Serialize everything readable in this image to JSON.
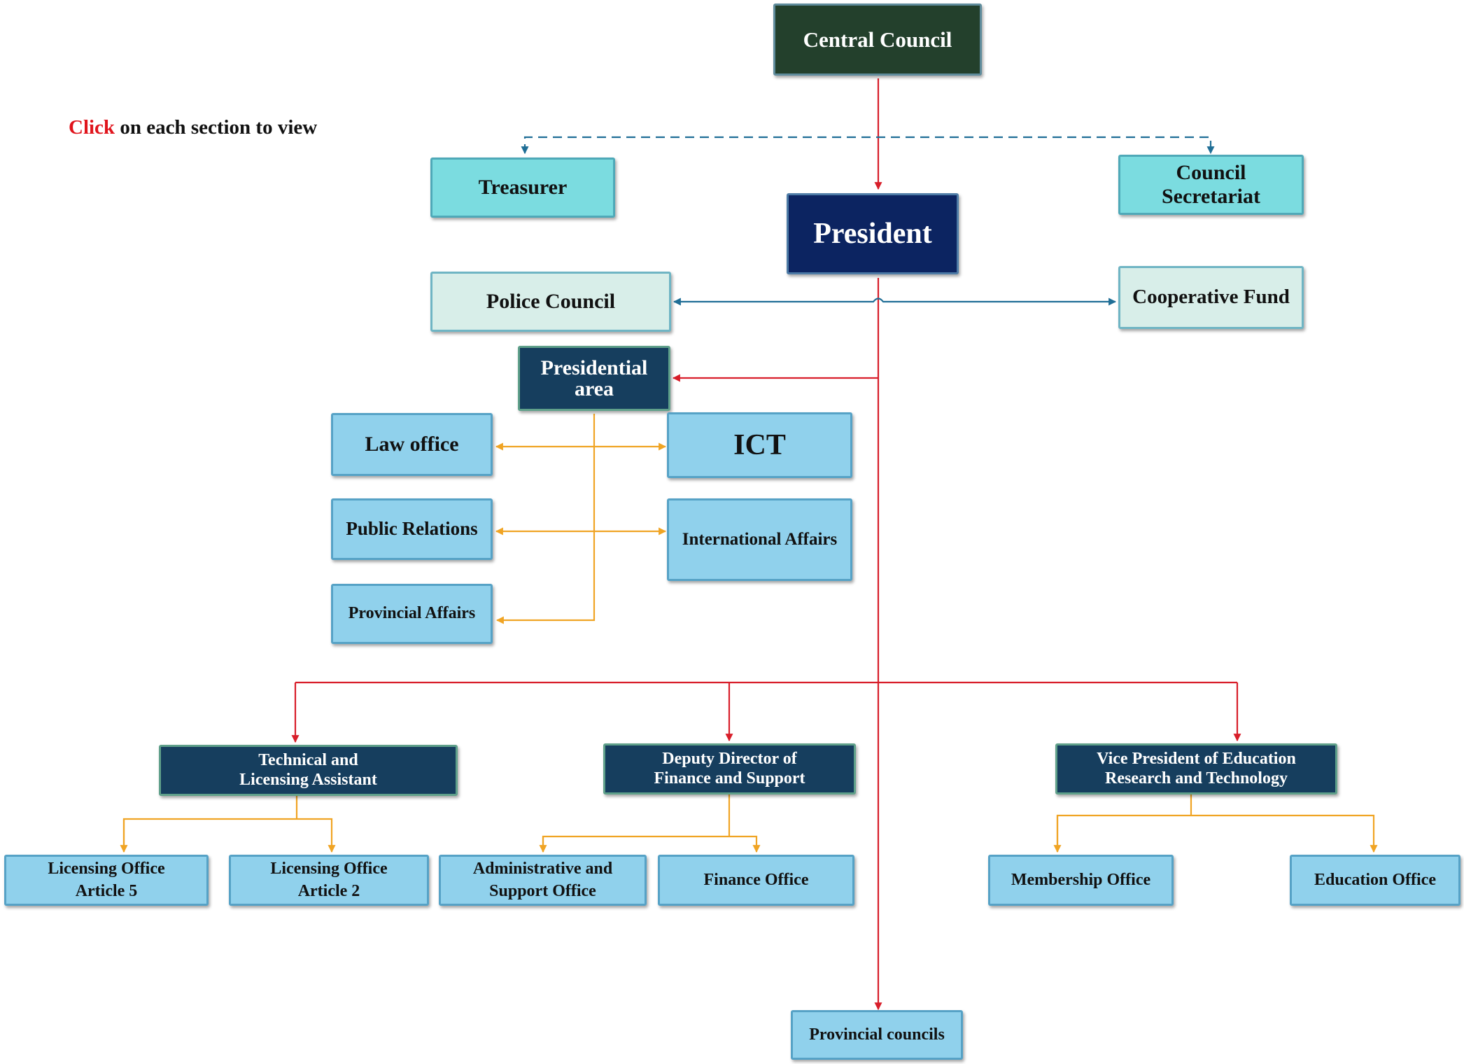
{
  "instruction": {
    "click_word": "Click",
    "rest": " on each section to view"
  },
  "nodes": {
    "central_council": [
      "Central Council"
    ],
    "treasurer": [
      "Treasurer"
    ],
    "council_secretariat": [
      "Council",
      "Secretariat"
    ],
    "president": [
      "President"
    ],
    "police_council": [
      "Police Council"
    ],
    "cooperative_fund": [
      "Cooperative Fund"
    ],
    "presidential_area": [
      "Presidential",
      "area"
    ],
    "law_office": [
      "Law office"
    ],
    "ict": [
      "ICT"
    ],
    "public_relations": [
      "Public Relations"
    ],
    "international_affairs": [
      "International Affairs"
    ],
    "provincial_affairs": [
      "Provincial Affairs"
    ],
    "technical_licensing_assistant": [
      "Technical and",
      "Licensing Assistant"
    ],
    "deputy_director_finance": [
      "Deputy Director of",
      "Finance and Support"
    ],
    "vice_president_education": [
      "Vice President of Education",
      "Research and Technology"
    ],
    "licensing_office_article_5": [
      "Licensing Office",
      "Article 5"
    ],
    "licensing_office_article_2": [
      "Licensing Office",
      "Article 2"
    ],
    "administrative_support_office": [
      "Administrative and",
      "Support Office"
    ],
    "finance_office": [
      "Finance Office"
    ],
    "membership_office": [
      "Membership Office"
    ],
    "education_office": [
      "Education Office"
    ],
    "provincial_councils": [
      "Provincial councils"
    ]
  },
  "colors": {
    "hierarchy_line": "#d81e2a",
    "staff_line": "#1f6e96",
    "sub_line": "#f0a424",
    "click_word": "#e0141c",
    "dark_green_box": "#23402c",
    "navy_box": "#0c2461",
    "dark_blue_box": "#163e5e",
    "cyan_box": "#7bdce0",
    "pale_box": "#d8eee9",
    "light_blue_box": "#90d1ec"
  }
}
